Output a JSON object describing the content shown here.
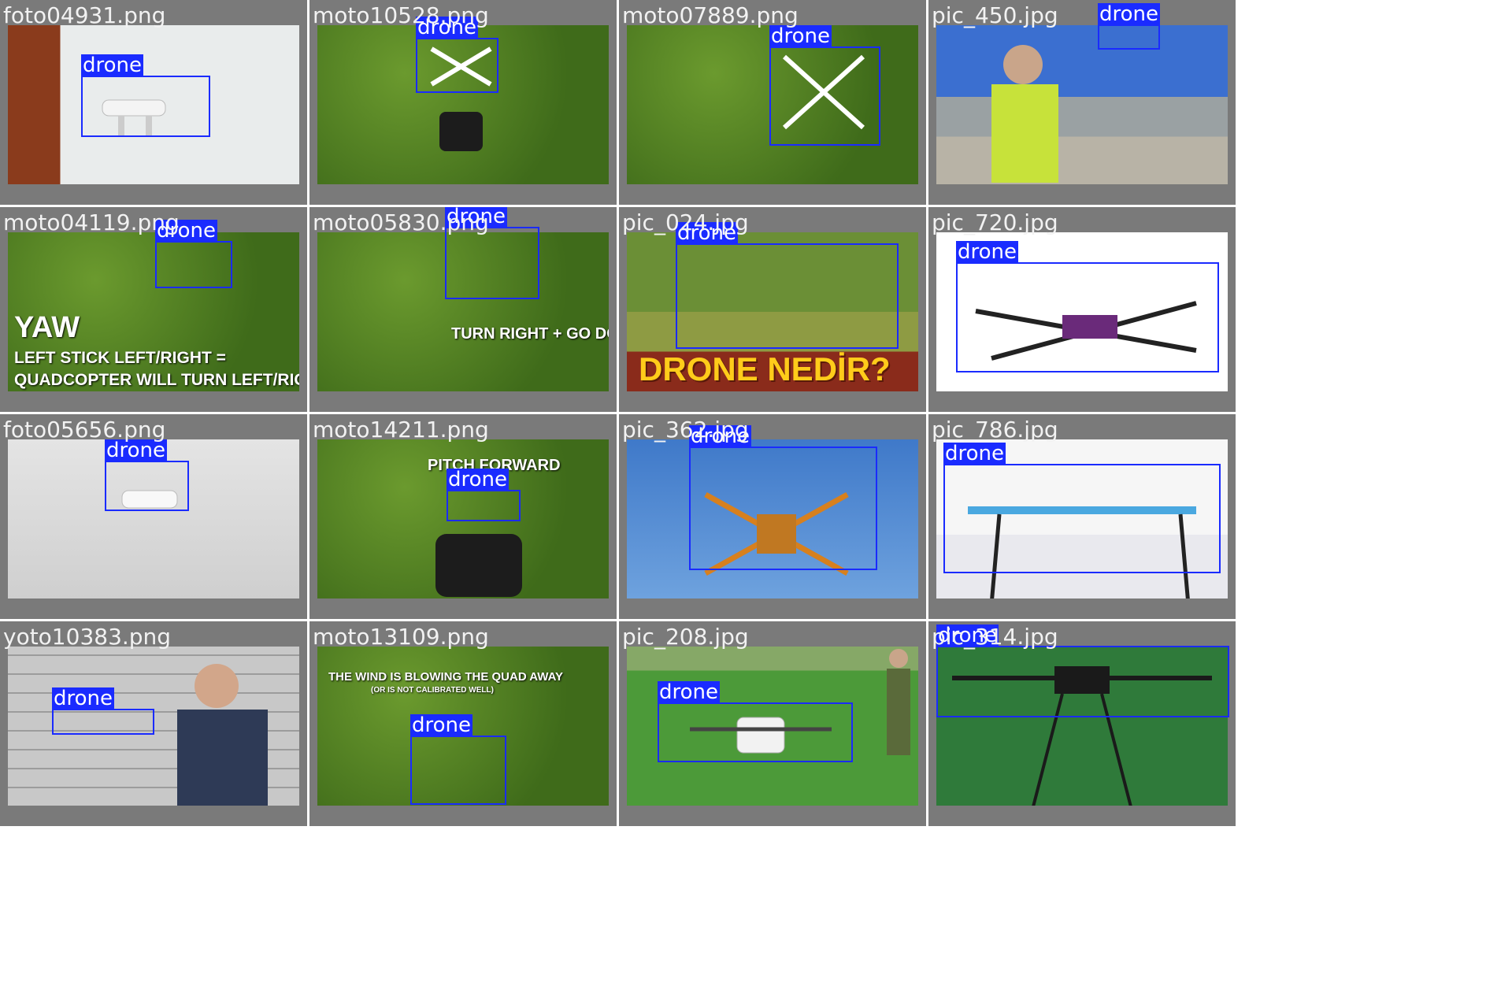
{
  "label": "drone",
  "cells": [
    {
      "file": "foto04931.png"
    },
    {
      "file": "moto10528.png"
    },
    {
      "file": "moto07889.png"
    },
    {
      "file": "pic_450.jpg"
    },
    {
      "file": "moto04119.png",
      "caption_1": "YAW",
      "caption_2": "LEFT STICK LEFT/RIGHT =",
      "caption_3": "QUADCOPTER WILL TURN LEFT/RIGHT"
    },
    {
      "file": "moto05830.png",
      "caption_1": "TURN RIGHT + GO DOWN"
    },
    {
      "file": "pic_024.jpg",
      "caption_1": "DRONE NEDİR?"
    },
    {
      "file": "pic_720.jpg"
    },
    {
      "file": "foto05656.png"
    },
    {
      "file": "moto14211.png",
      "caption_1": "PITCH FORWARD"
    },
    {
      "file": "pic_362.jpg"
    },
    {
      "file": "pic_786.jpg"
    },
    {
      "file": "yoto10383.png"
    },
    {
      "file": "moto13109.png",
      "caption_1": "THE WIND IS BLOWING THE QUAD AWAY",
      "caption_2": "(OR IS NOT CALIBRATED WELL)"
    },
    {
      "file": "pic_208.jpg"
    },
    {
      "file": "pic_314.jpg"
    }
  ]
}
